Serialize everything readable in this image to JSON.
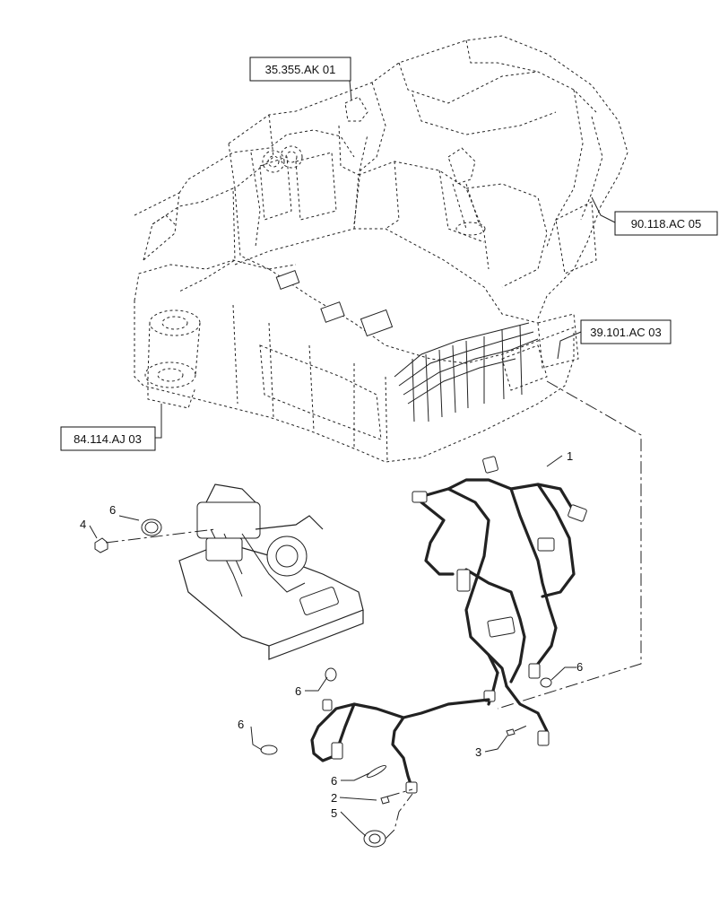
{
  "reference_labels": {
    "ref_1": "35.355.AK 01",
    "ref_2": "90.118.AC 05",
    "ref_3": "39.101.AC 03",
    "ref_4": "84.114.AJ 03"
  },
  "callouts": {
    "c1": "1",
    "c6a": "6",
    "c4": "4",
    "c6b": "6",
    "c6c": "6",
    "c6d": "6",
    "c3": "3",
    "c6e": "6",
    "c2": "2",
    "c5": "5"
  }
}
